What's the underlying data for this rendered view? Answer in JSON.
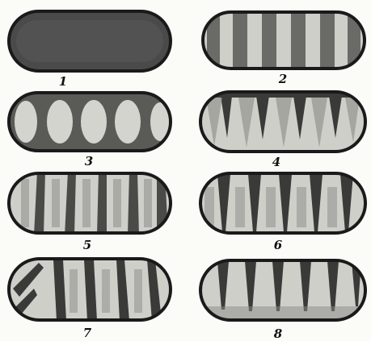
{
  "figures": [
    {
      "label": "1",
      "pattern": "solid"
    },
    {
      "label": "2",
      "pattern": "bands"
    },
    {
      "label": "3",
      "pattern": "ovals"
    },
    {
      "label": "4",
      "pattern": "peaks"
    },
    {
      "label": "5",
      "pattern": "stripes"
    },
    {
      "label": "6",
      "pattern": "wedges"
    },
    {
      "label": "7",
      "pattern": "slanted"
    },
    {
      "label": "8",
      "pattern": "wedges-fine"
    }
  ],
  "colors": {
    "ink": "#1a1a1a",
    "dark_fill": "#4a4a4a",
    "light_fill": "#cfcfca",
    "paper": "#fbfbf8"
  }
}
